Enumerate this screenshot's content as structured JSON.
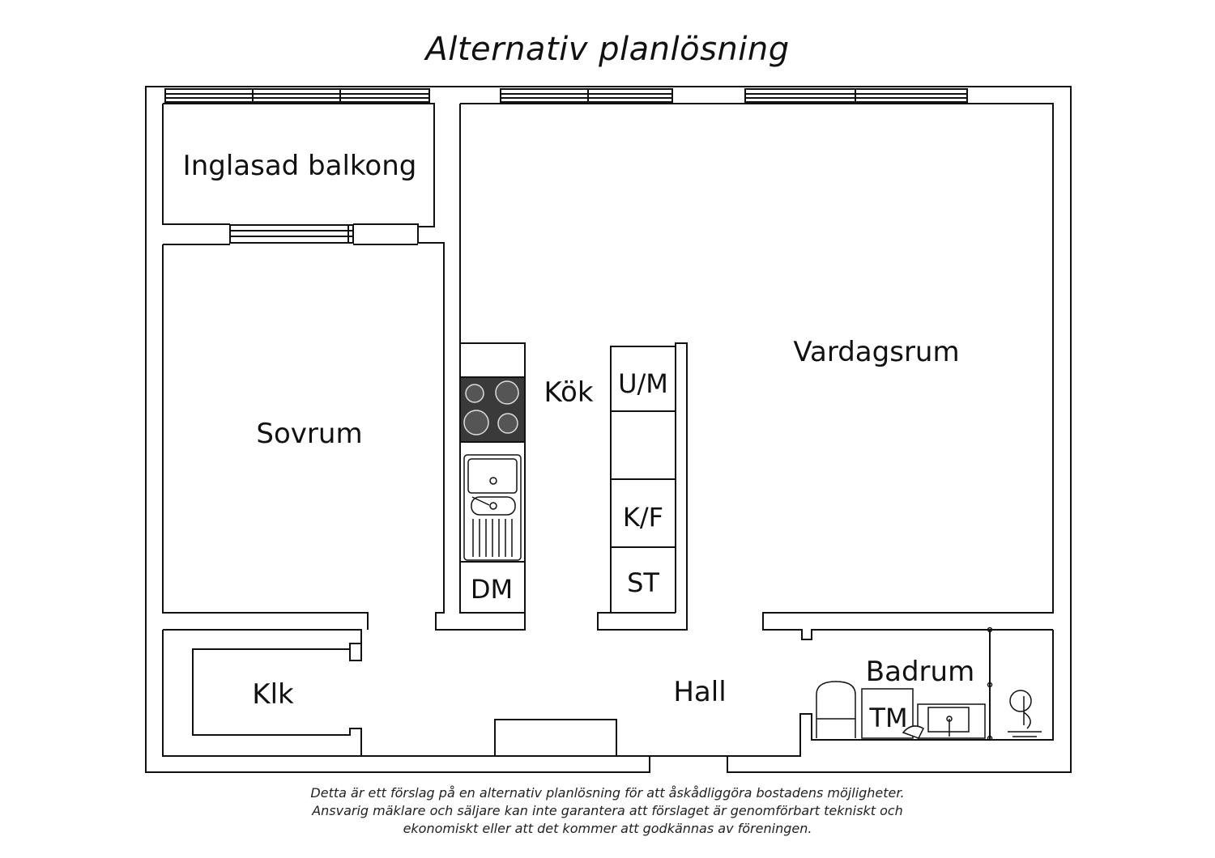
{
  "title": "Alternativ planlösning",
  "rooms": {
    "balcony": "Inglasad balkong",
    "bedroom": "Sovrum",
    "kitchen": "Kök",
    "living": "Vardagsrum",
    "closet": "Klk",
    "hall": "Hall",
    "bathroom": "Badrum"
  },
  "fixtures": {
    "dishwasher": "DM",
    "microwave_oven": "U/M",
    "fridge_freezer": "K/F",
    "storage": "ST",
    "washing_machine": "TM"
  },
  "disclaimer": {
    "line1": "Detta är ett förslag på en alternativ planlösning för att åskådliggöra bostadens möjligheter.",
    "line2": "Ansvarig mäklare och säljare kan inte garantera att förslaget är genomförbart tekniskt och",
    "line3": "ekonomiskt eller att det kommer att godkännas av föreningen."
  },
  "colors": {
    "wall": "#111111",
    "stove": "#3a3a3a",
    "background": "#ffffff"
  }
}
